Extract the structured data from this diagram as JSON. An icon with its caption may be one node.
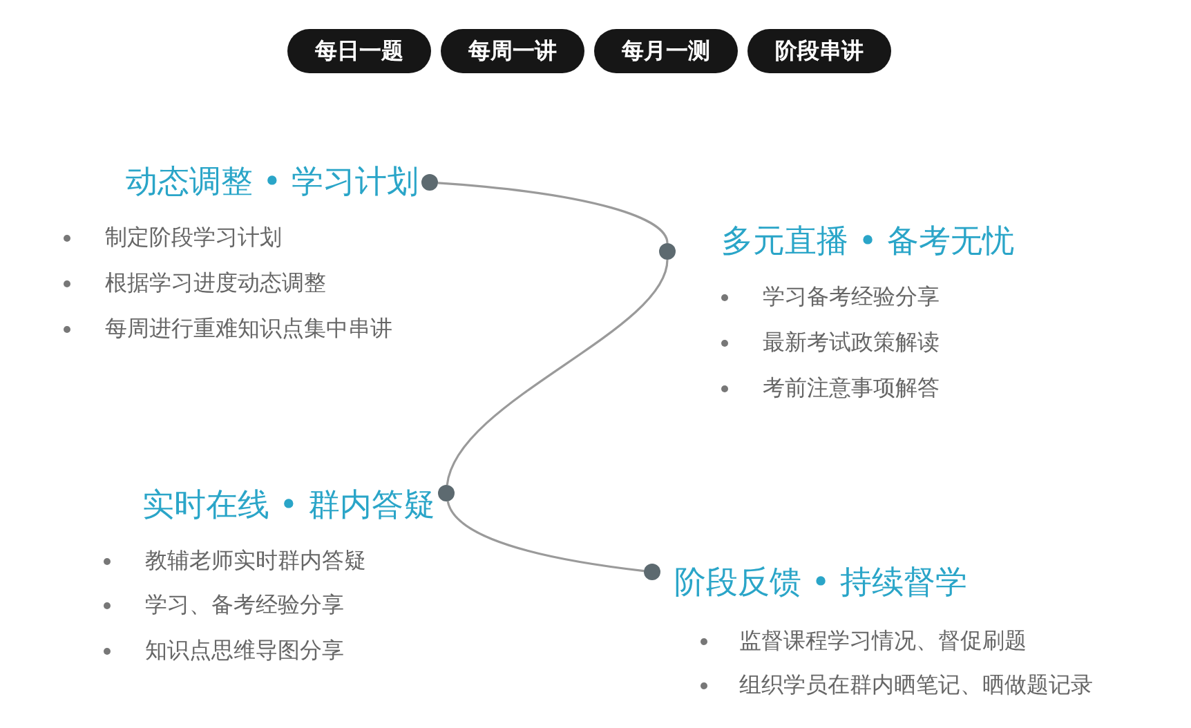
{
  "diagram": {
    "nodes": [
      {
        "text": [
          "每日一题"
        ]
      },
      {
        "text": [
          "每周一讲"
        ]
      },
      {
        "text": [
          "每月一测"
        ]
      },
      {
        "text": [
          "阶段串讲"
        ]
      },
      {
        "text": [],
        "shape": "circle",
        "beside": [
          "动态调整 • 学习计划",
          "制定阶段学习计划",
          "根据学习进度动态调整",
          "每周进行重难知识点集中串讲"
        ]
      },
      {
        "text": [],
        "shape": "circle",
        "beside": [
          "多元直播 • 备考无忧",
          "学习备考经验分享",
          "最新考试政策解读",
          "考前注意事项解答"
        ]
      },
      {
        "text": [],
        "shape": "circle",
        "beside": [
          "实时在线 • 群内答疑",
          "教辅老师实时群内答疑",
          "学习、备考经验分享",
          "知识点思维导图分享"
        ]
      },
      {
        "text": [],
        "shape": "circle",
        "beside": [
          "阶段反馈 • 持续督学",
          "监督课程学习情况、督促刷题",
          "组织学员在群内晒笔记、晒做题记录"
        ]
      }
    ],
    "edges": [
      {
        "from": 4,
        "to": 5,
        "arrow": "none"
      },
      {
        "from": 5,
        "to": 6,
        "arrow": "none"
      },
      {
        "from": 6,
        "to": 7,
        "arrow": "none"
      }
    ]
  }
}
